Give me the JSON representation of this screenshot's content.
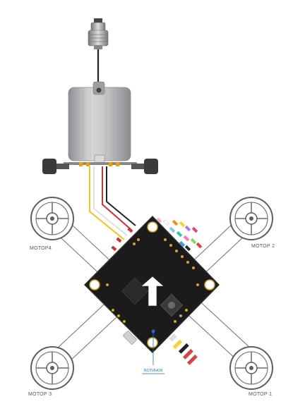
{
  "motors": {
    "motor1": "МОТОР 1",
    "motor2": "МОТОР 2",
    "motor3": "МОТОР 3",
    "motor4": "МОТОР4"
  },
  "button_label": "БОТИНОК",
  "colors": {
    "board": "#1b1b1b",
    "board_edge": "#2e2e2e",
    "frame": "#6e6e6e",
    "button": "#1e6fc4",
    "arrow": "#ffffff",
    "wire_yellow": "#f0c419",
    "wire_white": "#e8e8e8",
    "wire_red": "#d32f2f",
    "wire_black": "#222222",
    "body_gray": "#b9bcbf"
  },
  "icons": [
    "direction-arrow-icon"
  ]
}
